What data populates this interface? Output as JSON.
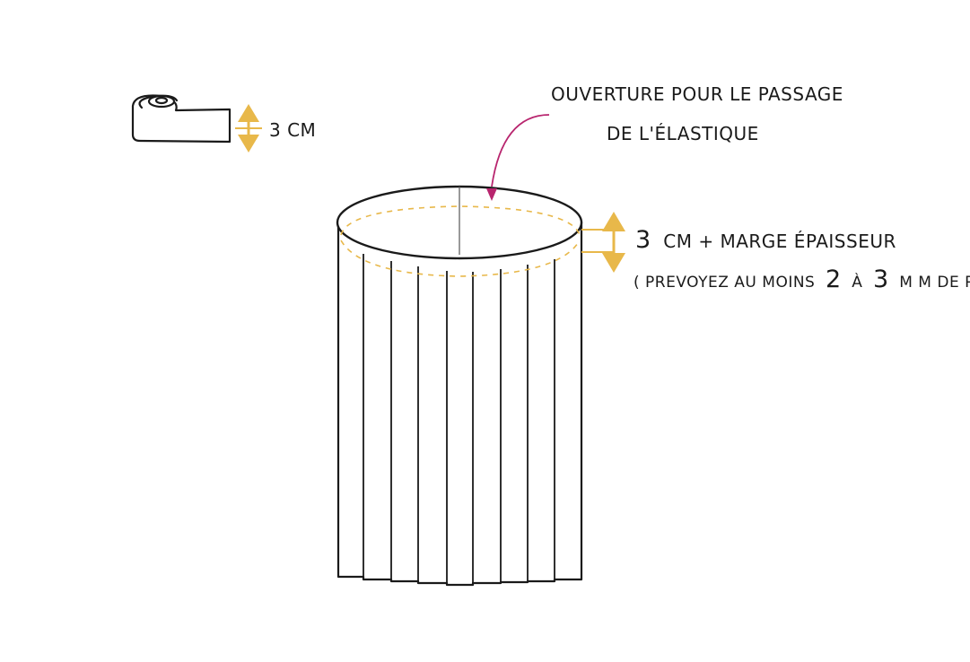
{
  "elastic_roll": {
    "measure": "3 CM"
  },
  "opening_annotation": {
    "line1": "OUVERTURE POUR LE PASSAGE",
    "line2": "DE L'ÉLASTIQUE"
  },
  "waistband_annotation": {
    "measure_number": "3",
    "measure_text": "CM + MARGE ÉPAISSEUR",
    "note_open": "( PREVOYEZ AU MOINS",
    "note_num1": "2",
    "note_mid": "À",
    "note_num2": "3",
    "note_close": "M M DE PLUS )"
  },
  "colors": {
    "arrow_gold": "#e8b84a",
    "pointer_magenta": "#b8256e",
    "stitch_orange": "#e8b84a",
    "outline": "#1a1a1a"
  }
}
